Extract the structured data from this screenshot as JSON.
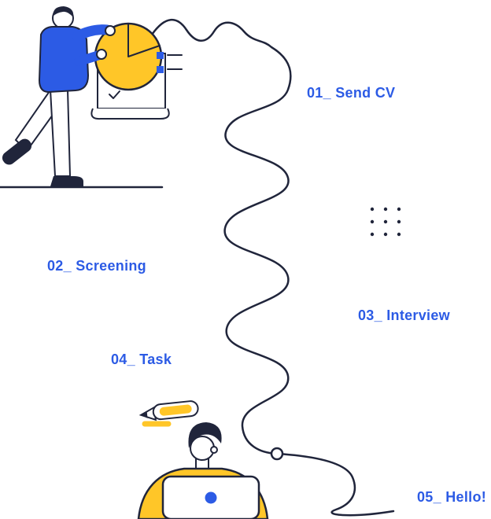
{
  "steps": [
    {
      "id": "01",
      "label": "01_ Send CV"
    },
    {
      "id": "02",
      "label": "02_ Screening"
    },
    {
      "id": "03",
      "label": "03_ Interview"
    },
    {
      "id": "04",
      "label": "04_ Task"
    },
    {
      "id": "05",
      "label": "05_ Hello!"
    }
  ],
  "colors": {
    "accent-blue": "#2C5BE5",
    "yellow": "#FFC628",
    "ink": "#20253B",
    "background": "#FFFFFF"
  },
  "illustrations": {
    "top_scene": "person-presenting-pie-chart-on-scroll",
    "bottom_scene": "person-working-on-laptop",
    "decorations": [
      "wavy-process-path",
      "path-node-circle",
      "dots-grid",
      "pencil-icon"
    ]
  }
}
